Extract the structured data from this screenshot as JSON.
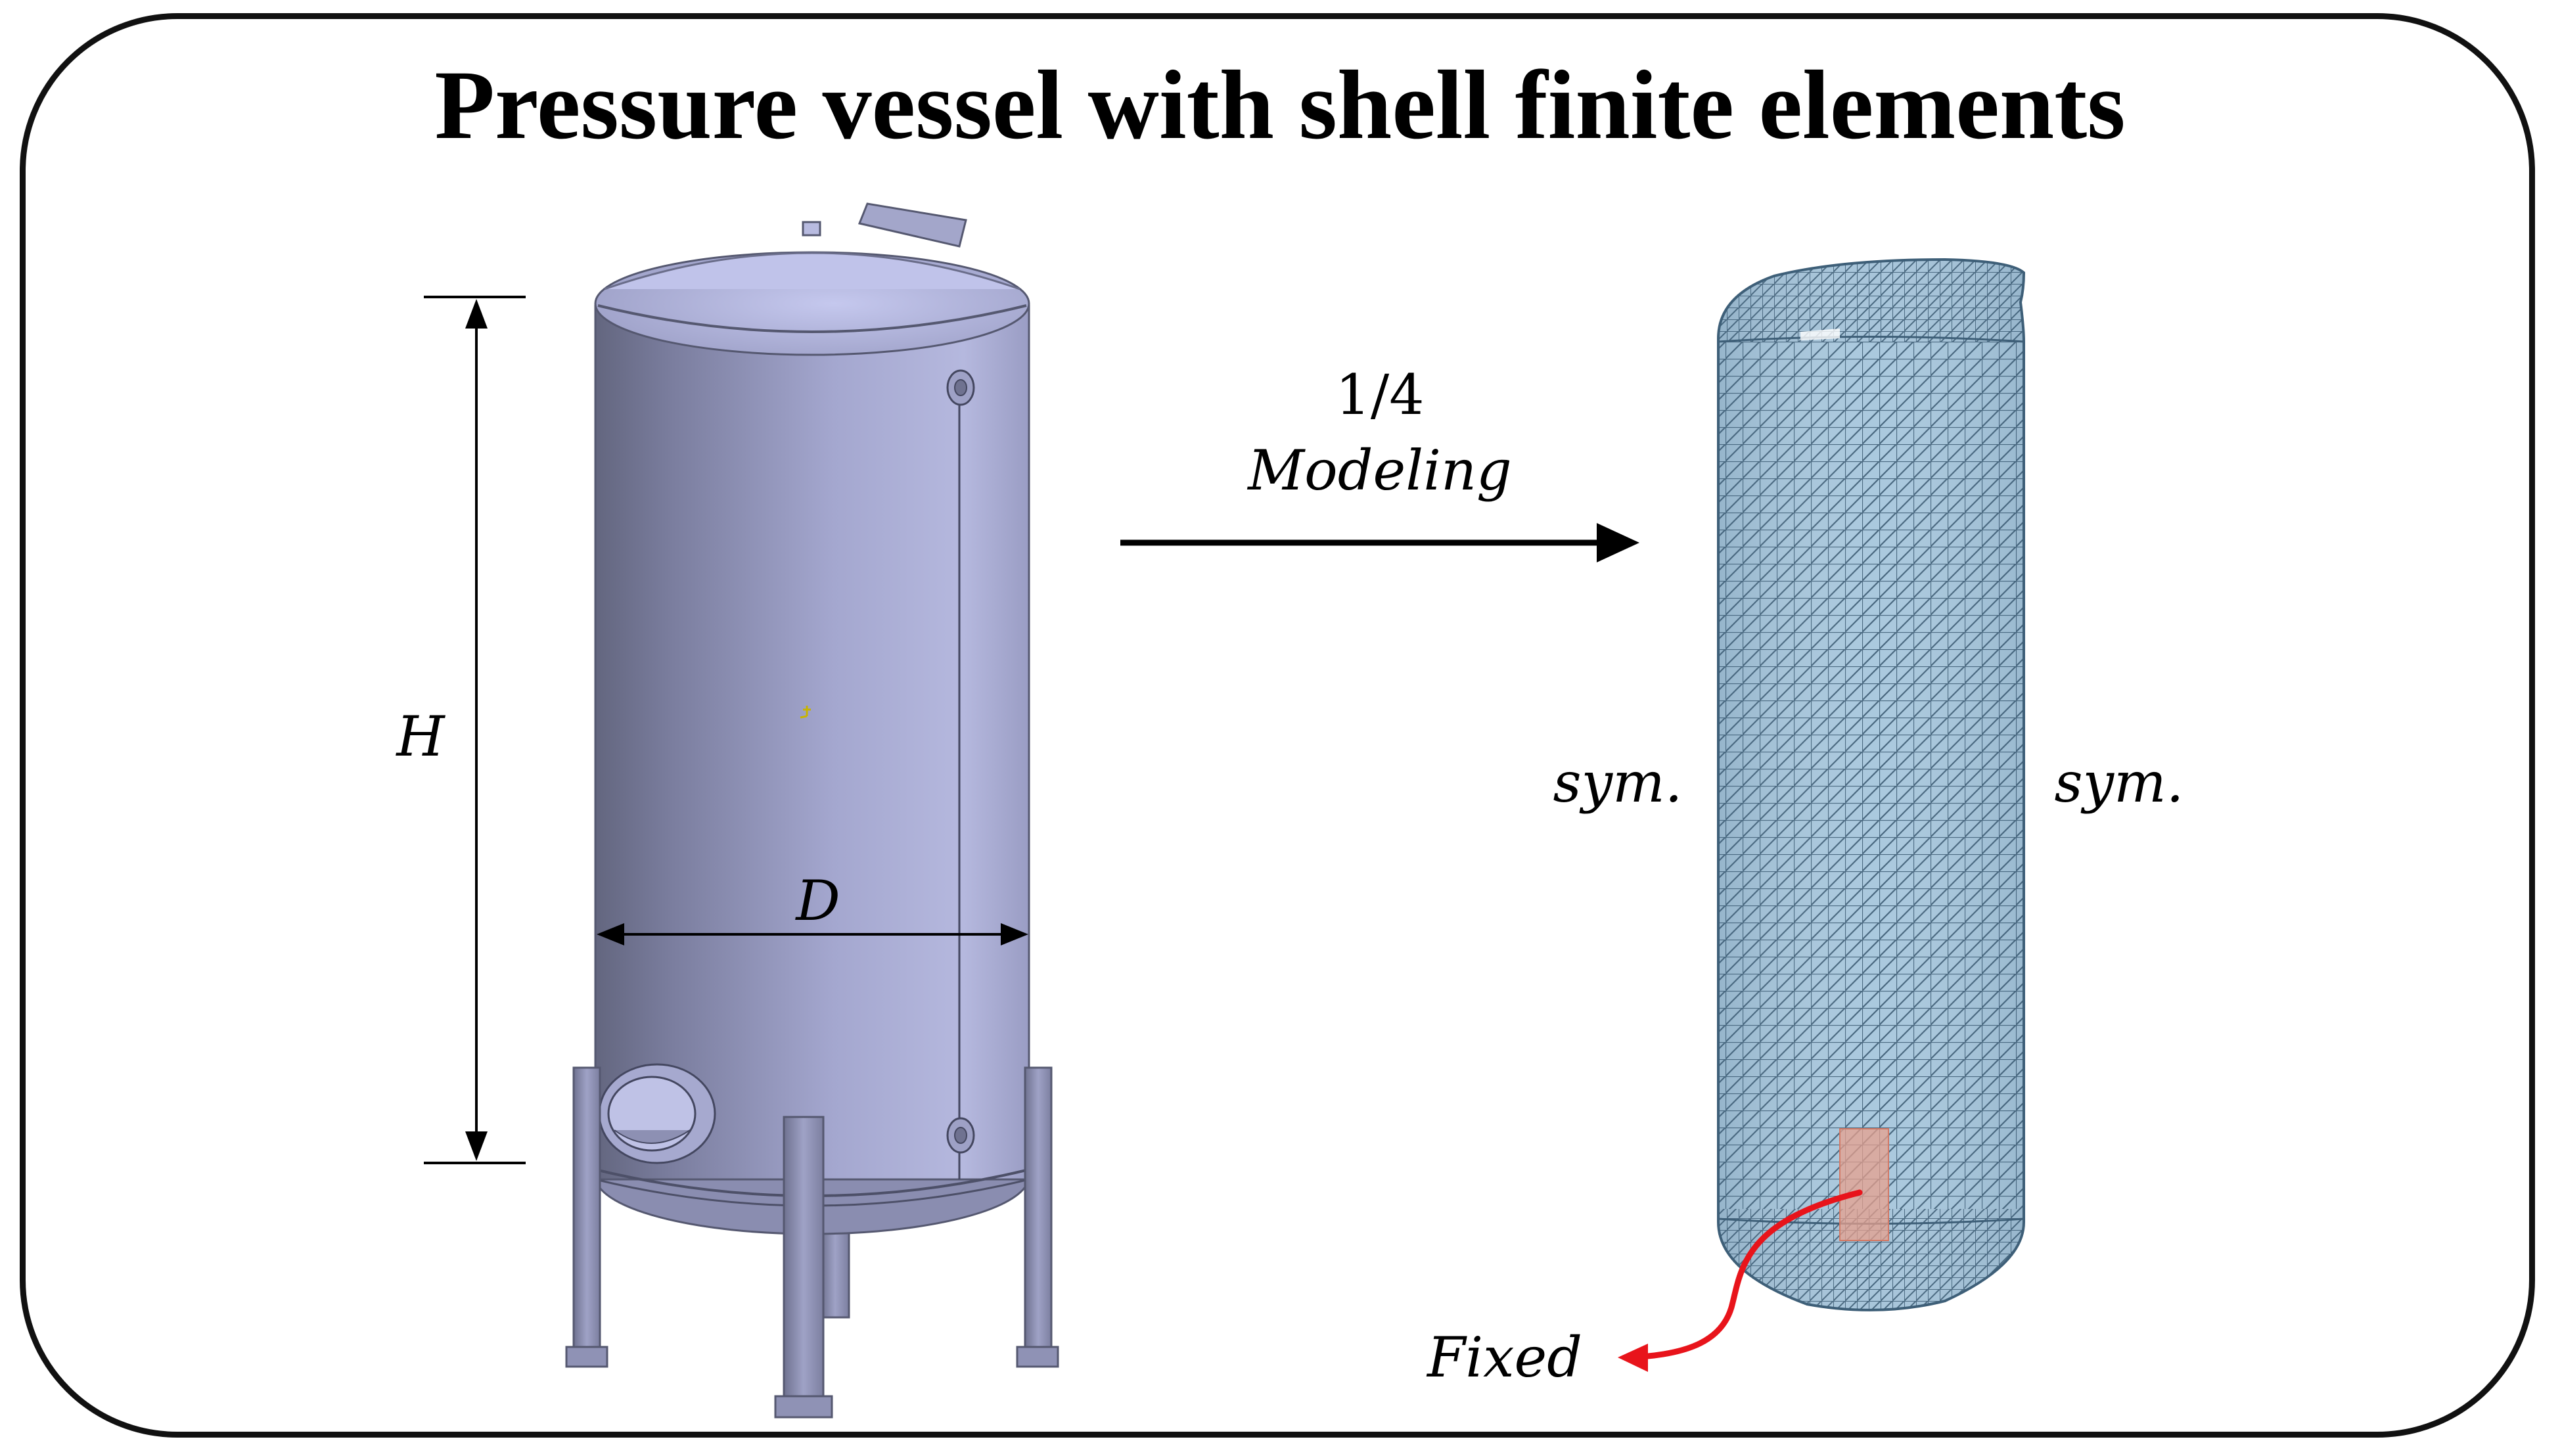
{
  "title": "Pressure vessel with shell finite elements",
  "labels": {
    "height": "H",
    "diameter": "D",
    "fraction": "1/4",
    "modeling": "Modeling",
    "sym_left": "sym.",
    "sym_right": "sym.",
    "fixed": "Fixed"
  },
  "colors": {
    "vessel_body": "#a9acd4",
    "vessel_shadow": "#6c6f8e",
    "mesh_fill": "#a6c6dc",
    "mesh_line": "#3e5f78",
    "fixed_region": "#e7a08e",
    "fixed_arrow": "#e8141b"
  }
}
